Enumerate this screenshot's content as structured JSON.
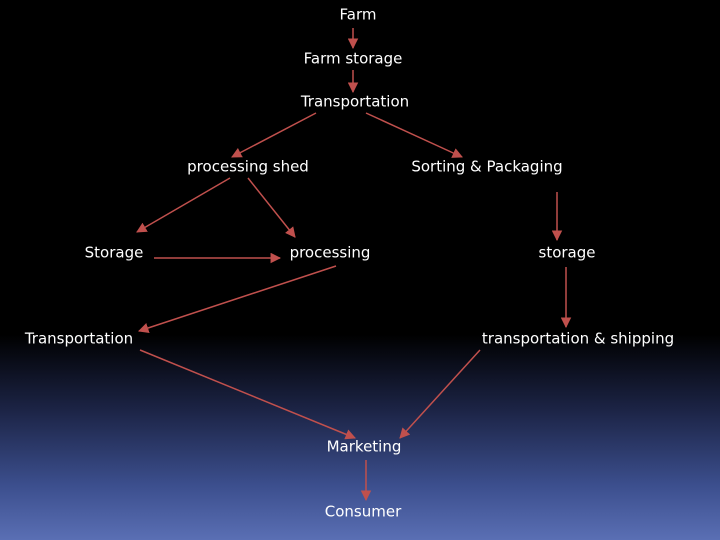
{
  "nodes": {
    "farm": "Farm",
    "farm_storage": "Farm storage",
    "transportation_top": "Transportation",
    "processing_shed": "processing  shed",
    "sorting_packaging": "Sorting & Packaging",
    "storage_left": "Storage",
    "processing": "processing",
    "storage_right": "storage",
    "transportation_left": "Transportation",
    "transportation_shipping": "transportation & shipping",
    "marketing": "Marketing",
    "consumer": "Consumer"
  },
  "colors": {
    "background": "#000000",
    "text": "#ffffff",
    "arrow": "#c0504d",
    "gradient_bottom": "#5a6fb4"
  },
  "edges": [
    {
      "from": "farm",
      "to": "farm_storage"
    },
    {
      "from": "farm_storage",
      "to": "transportation_top"
    },
    {
      "from": "transportation_top",
      "to": "processing_shed"
    },
    {
      "from": "transportation_top",
      "to": "sorting_packaging"
    },
    {
      "from": "processing_shed",
      "to": "storage_left"
    },
    {
      "from": "processing_shed",
      "to": "processing"
    },
    {
      "from": "storage_left",
      "to": "processing"
    },
    {
      "from": "sorting_packaging",
      "to": "storage_right"
    },
    {
      "from": "processing",
      "to": "transportation_left"
    },
    {
      "from": "storage_right",
      "to": "transportation_shipping"
    },
    {
      "from": "transportation_left",
      "to": "marketing"
    },
    {
      "from": "transportation_shipping",
      "to": "marketing"
    },
    {
      "from": "marketing",
      "to": "consumer"
    }
  ]
}
